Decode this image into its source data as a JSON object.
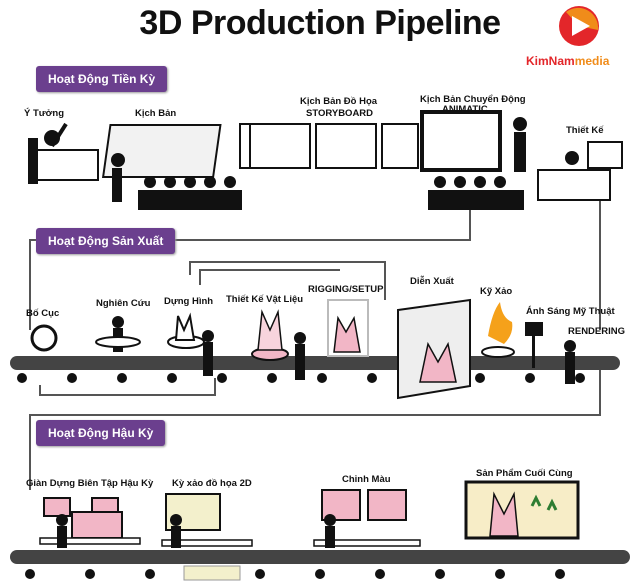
{
  "title": "3D Production Pipeline",
  "brand": {
    "name_part1": "KimNam",
    "name_part2": "media",
    "colors": {
      "red": "#e3262a",
      "orange": "#f08c1a"
    }
  },
  "phases": [
    {
      "label": "Hoạt Động Tiền Kỳ"
    },
    {
      "label": "Hoạt Động Sản Xuất"
    },
    {
      "label": "Hoạt Động Hậu Kỳ"
    }
  ],
  "pre_production": {
    "idea": "Ý Tưởng",
    "script": "Kịch Bản",
    "storyboard_vi": "Kịch Bản Đồ Họa",
    "storyboard_en": "STORYBOARD",
    "animatic_vi": "Kịch Bản Chuyển Động",
    "animatic_en": "ANIMATIC",
    "design": "Thiết Kế"
  },
  "production": {
    "layout": "Bố Cục",
    "research": "Nghiên Cứu",
    "modeling": "Dựng Hình",
    "materials": "Thiết Kế Vật Liệu",
    "rigging": "RIGGING/SETUP",
    "animation": "Diễn Xuất",
    "fx": "Kỹ Xảo",
    "lighting": "Ánh Sáng Mỹ Thuật",
    "rendering": "RENDERING"
  },
  "post_production": {
    "editing": "Giàn Dựng Biên Tập Hậu Kỳ",
    "vfx_2d": "Kỳ xảo đồ họa 2D",
    "color": "Chỉnh Màu",
    "final": "Sản Phẩm Cuối Cùng"
  },
  "accent_color": "#6b3f8e"
}
